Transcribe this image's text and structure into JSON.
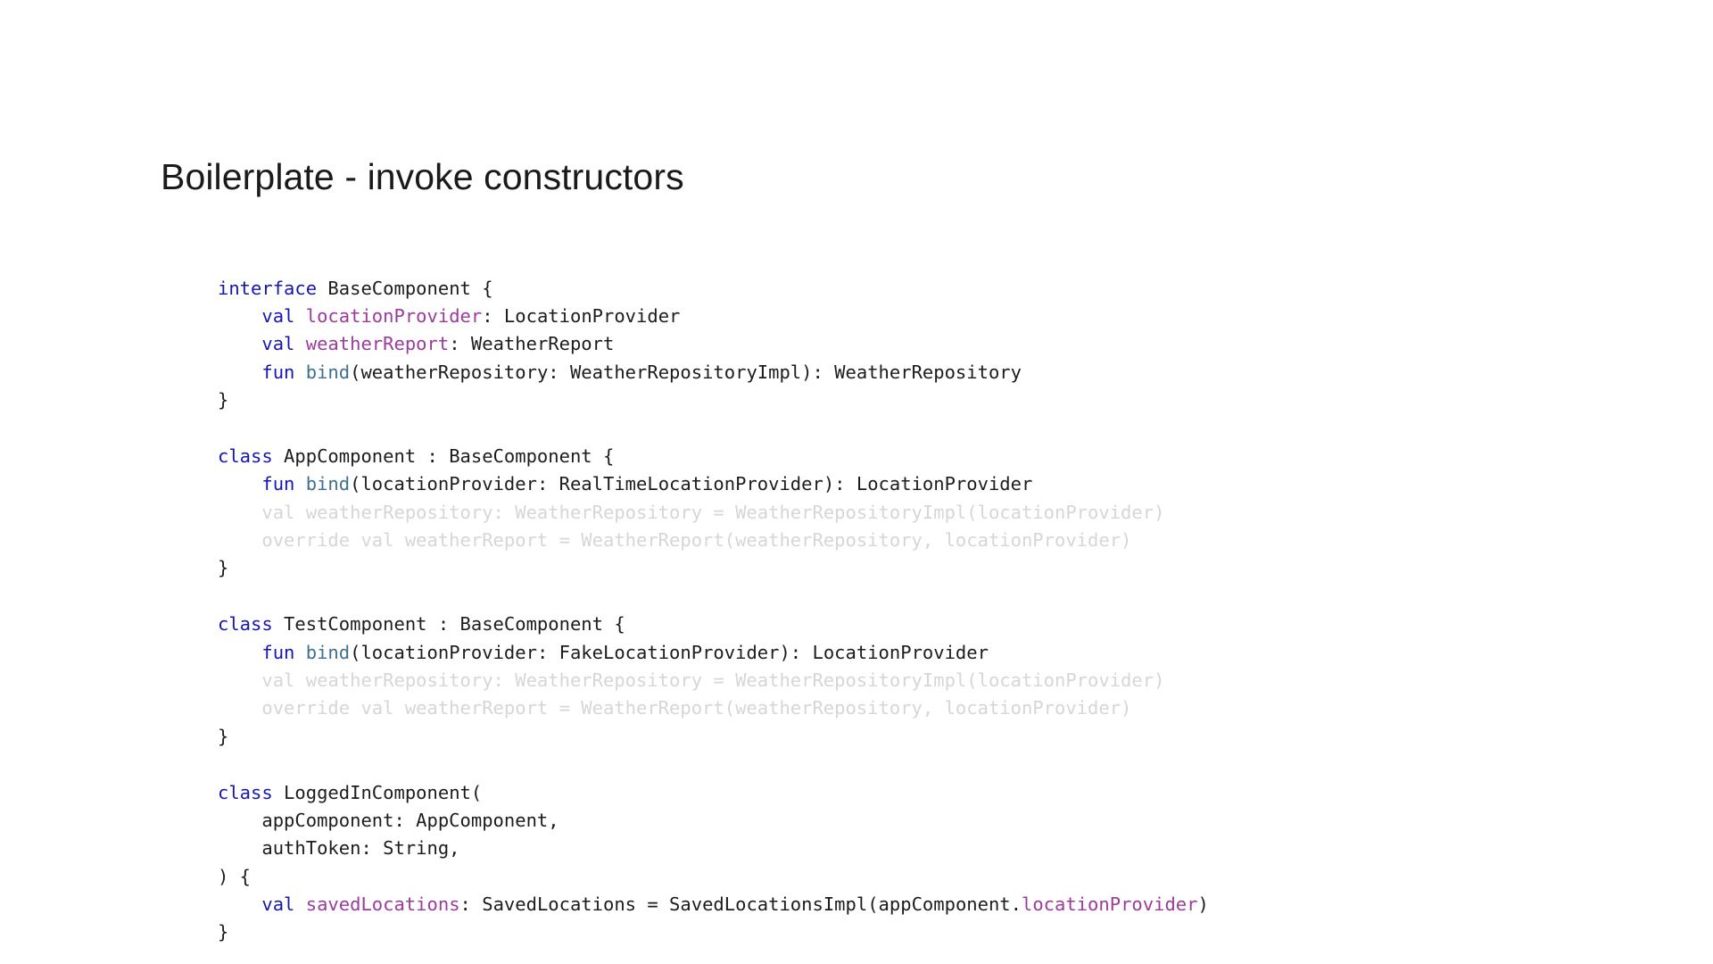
{
  "slide": {
    "title": "Boilerplate - invoke constructors",
    "background_color": "#ffffff",
    "title_color": "#1a1a1a"
  },
  "colors": {
    "keyword": "#1616b4",
    "function_name": "#3d7090",
    "property_name": "#9d3a9d",
    "plain_text": "#1c1c1c",
    "dimmed_text": "#d6d6d6"
  },
  "code": {
    "language": "kotlin",
    "lines": [
      {
        "id": "l1",
        "dim": false,
        "tokens": [
          {
            "t": "interface",
            "c": "kw"
          },
          {
            "t": " BaseComponent {",
            "c": "plain"
          }
        ]
      },
      {
        "id": "l2",
        "dim": false,
        "tokens": [
          {
            "t": "    ",
            "c": "plain"
          },
          {
            "t": "val",
            "c": "kw"
          },
          {
            "t": " ",
            "c": "plain"
          },
          {
            "t": "locationProvider",
            "c": "prop"
          },
          {
            "t": ": LocationProvider",
            "c": "plain"
          }
        ]
      },
      {
        "id": "l3",
        "dim": false,
        "tokens": [
          {
            "t": "    ",
            "c": "plain"
          },
          {
            "t": "val",
            "c": "kw"
          },
          {
            "t": " ",
            "c": "plain"
          },
          {
            "t": "weatherReport",
            "c": "prop"
          },
          {
            "t": ": WeatherReport",
            "c": "plain"
          }
        ]
      },
      {
        "id": "l4",
        "dim": false,
        "tokens": [
          {
            "t": "    ",
            "c": "plain"
          },
          {
            "t": "fun",
            "c": "kw"
          },
          {
            "t": " ",
            "c": "plain"
          },
          {
            "t": "bind",
            "c": "fn"
          },
          {
            "t": "(weatherRepository: WeatherRepositoryImpl): WeatherRepository",
            "c": "plain"
          }
        ]
      },
      {
        "id": "l5",
        "dim": false,
        "tokens": [
          {
            "t": "}",
            "c": "plain"
          }
        ]
      },
      {
        "id": "l6",
        "dim": false,
        "blank": true,
        "tokens": []
      },
      {
        "id": "l7",
        "dim": false,
        "tokens": [
          {
            "t": "class",
            "c": "kw"
          },
          {
            "t": " AppComponent : BaseComponent {",
            "c": "plain"
          }
        ]
      },
      {
        "id": "l8",
        "dim": false,
        "tokens": [
          {
            "t": "    ",
            "c": "plain"
          },
          {
            "t": "fun",
            "c": "kw"
          },
          {
            "t": " ",
            "c": "plain"
          },
          {
            "t": "bind",
            "c": "fn"
          },
          {
            "t": "(locationProvider: RealTimeLocationProvider): LocationProvider",
            "c": "plain"
          }
        ]
      },
      {
        "id": "l9",
        "dim": true,
        "tokens": [
          {
            "t": "    val weatherRepository: WeatherRepository = WeatherRepositoryImpl(locationProvider)",
            "c": "dim"
          }
        ]
      },
      {
        "id": "l10",
        "dim": true,
        "tokens": [
          {
            "t": "    override val weatherReport = WeatherReport(weatherRepository, locationProvider)",
            "c": "dim"
          }
        ]
      },
      {
        "id": "l11",
        "dim": false,
        "tokens": [
          {
            "t": "}",
            "c": "plain"
          }
        ]
      },
      {
        "id": "l12",
        "dim": false,
        "blank": true,
        "tokens": []
      },
      {
        "id": "l13",
        "dim": false,
        "tokens": [
          {
            "t": "class",
            "c": "kw"
          },
          {
            "t": " TestComponent : BaseComponent {",
            "c": "plain"
          }
        ]
      },
      {
        "id": "l14",
        "dim": false,
        "tokens": [
          {
            "t": "    ",
            "c": "plain"
          },
          {
            "t": "fun",
            "c": "kw"
          },
          {
            "t": " ",
            "c": "plain"
          },
          {
            "t": "bind",
            "c": "fn"
          },
          {
            "t": "(locationProvider: FakeLocationProvider): LocationProvider",
            "c": "plain"
          }
        ]
      },
      {
        "id": "l15",
        "dim": true,
        "tokens": [
          {
            "t": "    val weatherRepository: WeatherRepository = WeatherRepositoryImpl(locationProvider)",
            "c": "dim"
          }
        ]
      },
      {
        "id": "l16",
        "dim": true,
        "tokens": [
          {
            "t": "    override val weatherReport = WeatherReport(weatherRepository, locationProvider)",
            "c": "dim"
          }
        ]
      },
      {
        "id": "l17",
        "dim": false,
        "tokens": [
          {
            "t": "}",
            "c": "plain"
          }
        ]
      },
      {
        "id": "l18",
        "dim": false,
        "blank": true,
        "tokens": []
      },
      {
        "id": "l19",
        "dim": false,
        "tokens": [
          {
            "t": "class",
            "c": "kw"
          },
          {
            "t": " LoggedInComponent(",
            "c": "plain"
          }
        ]
      },
      {
        "id": "l20",
        "dim": false,
        "tokens": [
          {
            "t": "    appComponent: AppComponent,",
            "c": "plain"
          }
        ]
      },
      {
        "id": "l21",
        "dim": false,
        "tokens": [
          {
            "t": "    authToken: String,",
            "c": "plain"
          }
        ]
      },
      {
        "id": "l22",
        "dim": false,
        "tokens": [
          {
            "t": ") {",
            "c": "plain"
          }
        ]
      },
      {
        "id": "l23",
        "dim": false,
        "tokens": [
          {
            "t": "    ",
            "c": "plain"
          },
          {
            "t": "val",
            "c": "kw"
          },
          {
            "t": " ",
            "c": "plain"
          },
          {
            "t": "savedLocations",
            "c": "prop"
          },
          {
            "t": ": SavedLocations = SavedLocationsImpl(appComponent.",
            "c": "plain"
          },
          {
            "t": "locationProvider",
            "c": "prop"
          },
          {
            "t": ")",
            "c": "plain"
          }
        ]
      },
      {
        "id": "l24",
        "dim": false,
        "tokens": [
          {
            "t": "}",
            "c": "plain"
          }
        ]
      }
    ]
  }
}
